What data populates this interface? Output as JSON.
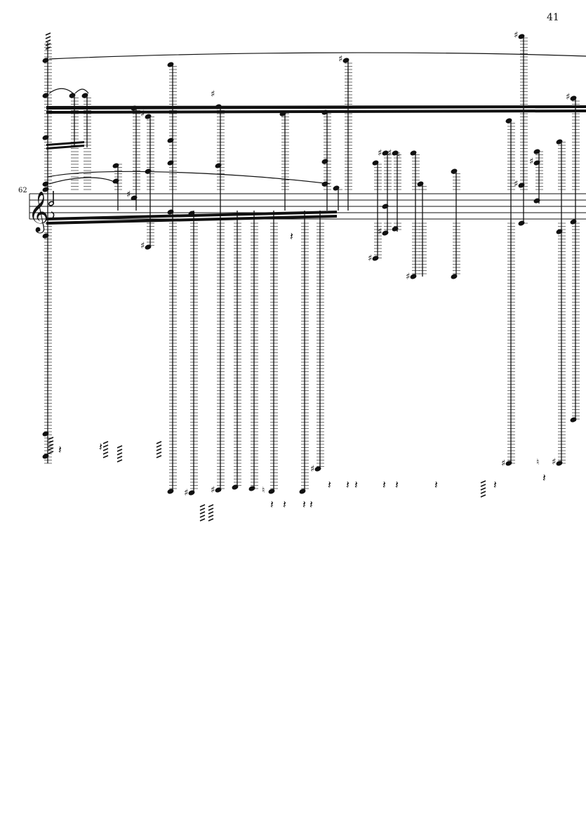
{
  "page": {
    "page_number": "41",
    "measure_number": "62"
  },
  "colors": {
    "ink": "#111111",
    "paper": "#ffffff"
  },
  "staff": {
    "clef": "treble",
    "time_signature": "2/2"
  }
}
